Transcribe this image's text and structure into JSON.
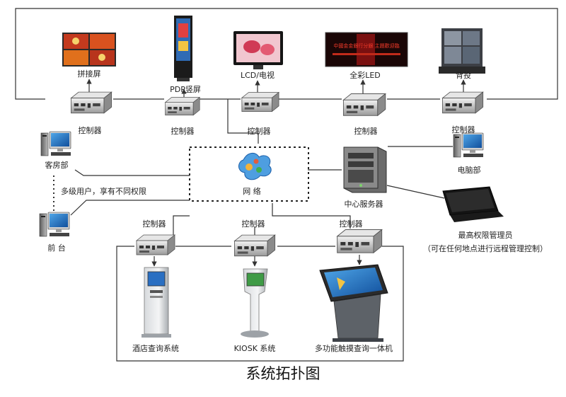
{
  "title": "系统拓扑图",
  "displays": {
    "splice": "拼接屏",
    "pdp": "PDP竖屏",
    "lcd": "LCD/电视",
    "led": "全彩LED",
    "projection": "背投"
  },
  "controller": "控制器",
  "controller_alt": "控制器",
  "network": "网 络",
  "guest_dept": "客房部",
  "multi_user": "多级用户，享有不同权限",
  "front_desk": "前  台",
  "central_server": "中心服务器",
  "computer_dept": "电脑部",
  "admin": "最高权限管理员",
  "admin_note": "（可在任何地点进行远程管理控制）",
  "kiosks": {
    "hotel_query": "酒店查询系统",
    "kiosk": "KIOSK 系统",
    "touch_query": "多功能触摸查询一体机"
  },
  "led_text": "中國金金銀行分銀 主題歡迎臨",
  "colors": {
    "line": "#333333",
    "screen_blue": "#1f5fae",
    "led_bg": "#1a0606",
    "led_red": "#e01a1a"
  }
}
